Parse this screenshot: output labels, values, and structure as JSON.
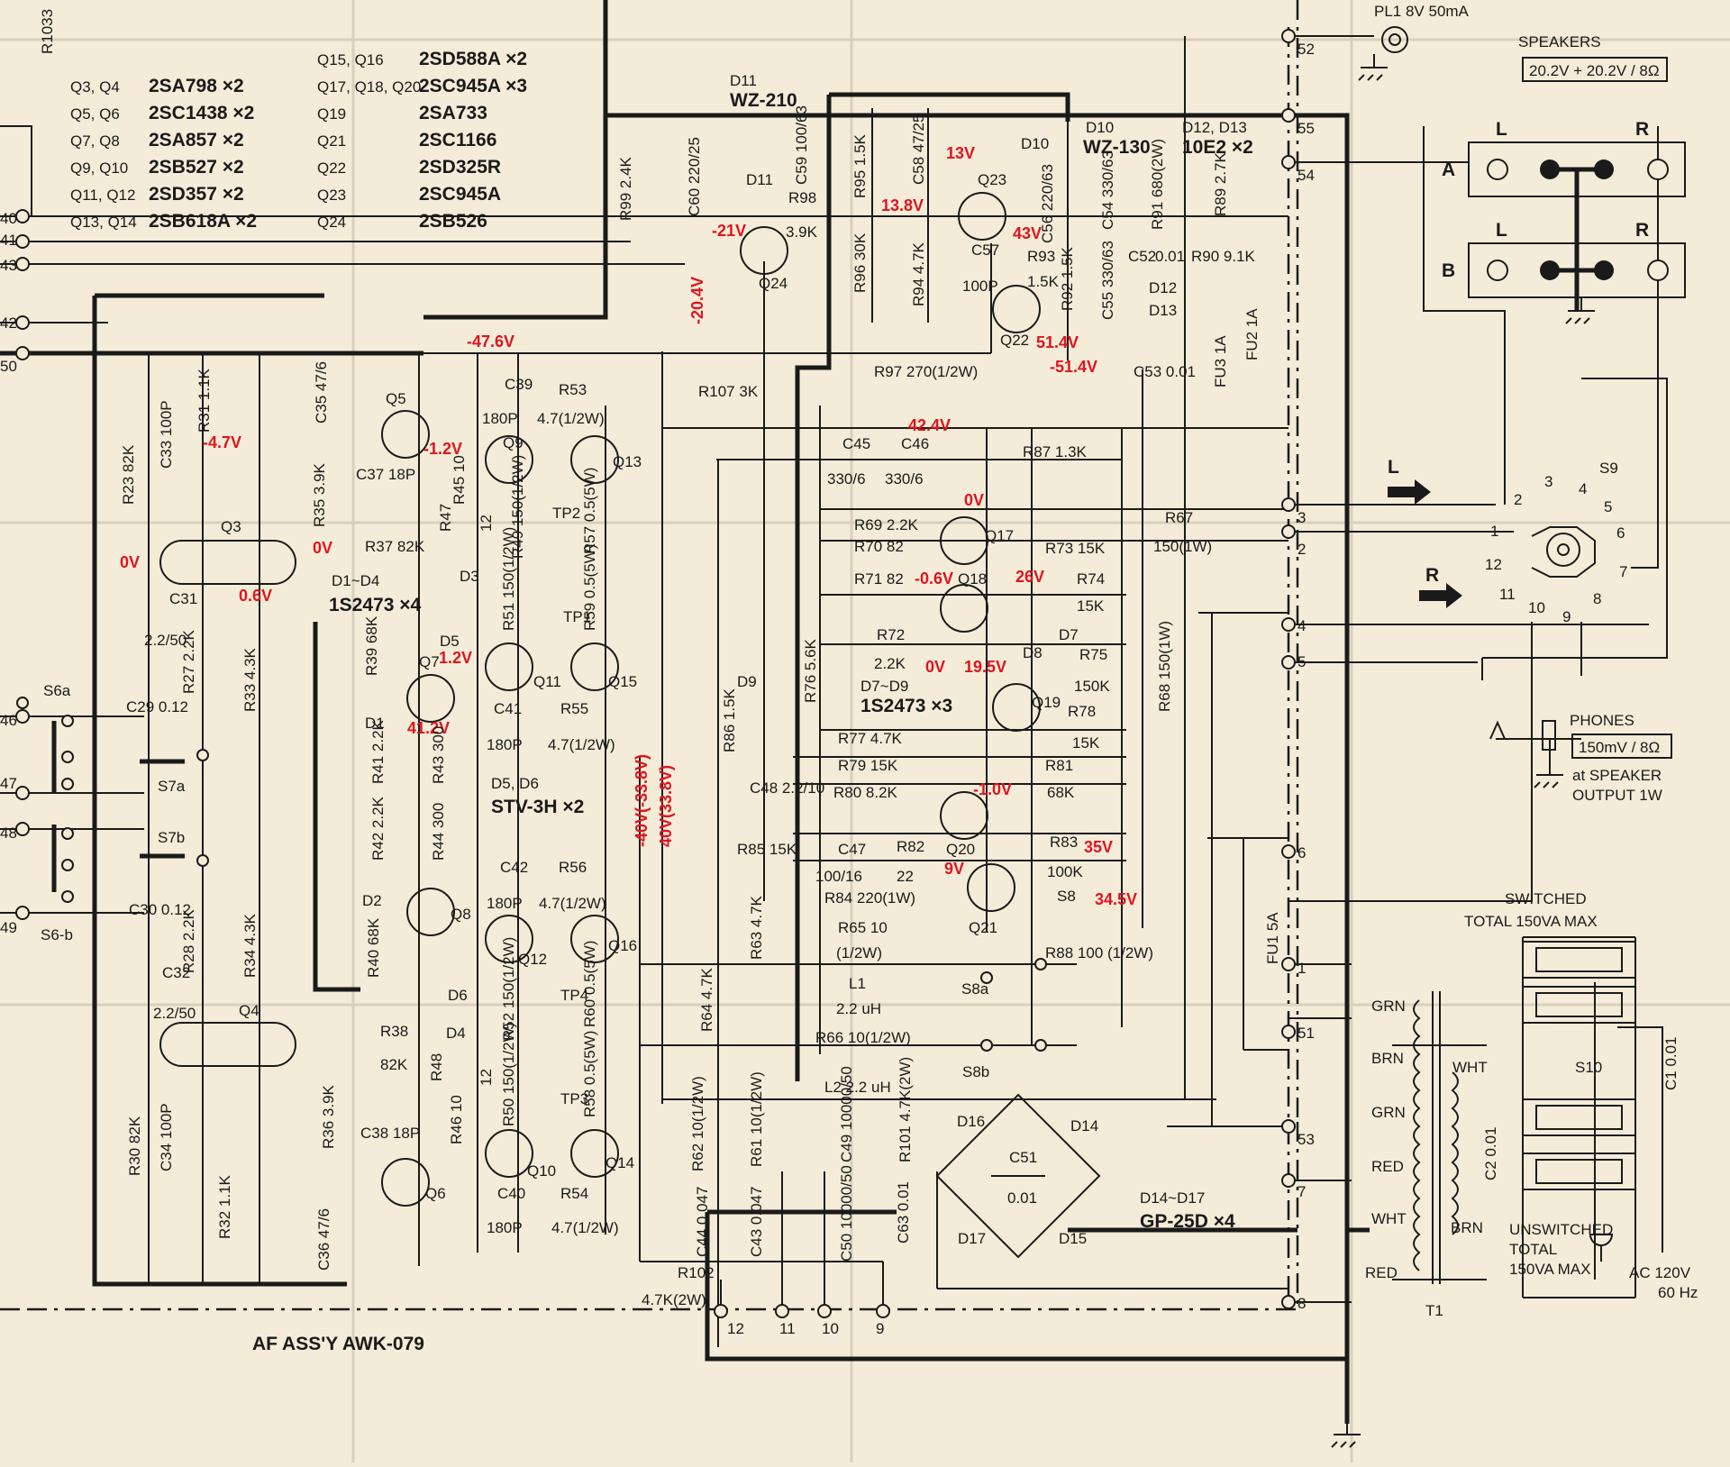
{
  "colors": {
    "paper": "#f4ecd8",
    "ink": "#1a1a1a",
    "voltage_red": "#e0141e",
    "fold": "#d9cfbd"
  },
  "board_label": "AF ASS'Y AWK-079",
  "transistor_table": [
    {
      "ref": "Q3, Q4",
      "part": "2SA798 ×2"
    },
    {
      "ref": "Q5, Q6",
      "part": "2SC1438 ×2"
    },
    {
      "ref": "Q7, Q8",
      "part": "2SA857 ×2"
    },
    {
      "ref": "Q9, Q10",
      "part": "2SB527 ×2"
    },
    {
      "ref": "Q11, Q12",
      "part": "2SD357 ×2"
    },
    {
      "ref": "Q13, Q14",
      "part": "2SB618A ×2"
    },
    {
      "ref": "Q15, Q16",
      "part": "2SD588A ×2"
    },
    {
      "ref": "Q17, Q18, Q20",
      "part": "2SC945A ×3"
    },
    {
      "ref": "Q19",
      "part": "2SA733"
    },
    {
      "ref": "Q21",
      "part": "2SC1166"
    },
    {
      "ref": "Q22",
      "part": "2SD325R"
    },
    {
      "ref": "Q23",
      "part": "2SC945A"
    },
    {
      "ref": "Q24",
      "part": "2SB526"
    }
  ],
  "pilot_lamp": "PL1 8V 50mA",
  "speakers": {
    "title": "SPEAKERS",
    "rating": "20.2V + 20.2V / 8Ω",
    "row_a": "A",
    "row_b": "B",
    "left": "L",
    "right": "R"
  },
  "phones": {
    "title": "PHONES",
    "rating": "150mV / 8Ω",
    "note1": "at SPEAKER",
    "note2": "OUTPUT 1W"
  },
  "selector": "S9",
  "selector_positions": [
    "1",
    "2",
    "3",
    "4",
    "5",
    "6",
    "7",
    "8",
    "9",
    "10",
    "11",
    "12"
  ],
  "arrows": {
    "left": "L",
    "right": "R"
  },
  "power": {
    "switched_title": "SWITCHED",
    "switched_sub": "TOTAL 150VA MAX",
    "unswitched_title": "UNSWITCHED",
    "unswitched_sub1": "TOTAL",
    "unswitched_sub2": "150VA MAX",
    "ac_line": "AC 120V",
    "ac_freq": "60 Hz",
    "switch": "S10",
    "cap_c1": "C1 0.01",
    "cap_c2": "C2 0.01",
    "fuse": "FU1 5A",
    "transformer": "T1",
    "wires": [
      "GRN",
      "BRN",
      "GRN",
      "RED",
      "WHT",
      "RED",
      "WHT",
      "BRN"
    ]
  },
  "terminals": [
    "52",
    "55",
    "54",
    "3",
    "2",
    "4",
    "5",
    "6",
    "1",
    "51",
    "53",
    "7",
    "8"
  ],
  "bottom_terminals": [
    "12",
    "11",
    "10",
    "9"
  ],
  "left_pins": [
    "40",
    "41",
    "43",
    "42",
    "50",
    "46",
    "47",
    "48",
    "49"
  ],
  "voltages": {
    "v_m47": "-4.7V",
    "v_0a": "0V",
    "v_06": "0.6V",
    "v_0b": "0V",
    "v_m12": "-1.2V",
    "v_m476": "-47.6V",
    "v_12": "1.2V",
    "v_412": "41.2V",
    "v_m40": "-40V(-33.8V)",
    "v_40": "40V(33.8V)",
    "v_m21": "-21V",
    "v_m204": "-20.4V",
    "v_13": "13V",
    "v_138": "13.8V",
    "v_43": "43V",
    "v_514": "51.4V",
    "v_m514": "-51.4V",
    "v_424": "42.4V",
    "v_0c": "0V",
    "v_m06": "-0.6V",
    "v_26": "26V",
    "v_0d": "0V",
    "v_195": "19.5V",
    "v_m10": "-1.0V",
    "v_35": "35V",
    "v_9": "9V",
    "v_345": "34.5V"
  },
  "diodes_info": {
    "d11": "D11",
    "d11_part": "WZ-210",
    "d10": "D10",
    "d10_part": "WZ-130",
    "d12": "D12, D13",
    "d12_part": "10E2 ×2",
    "d1": "D1~D4",
    "d1_part": "1S2473 ×4",
    "d5": "D5, D6",
    "d5_part": "STV-3H ×2",
    "d7": "D7~D9",
    "d7_part": "1S2473 ×3",
    "d14": "D14~D17",
    "d14_part": "GP-25D ×4"
  },
  "components": {
    "r1033": "R1033",
    "r23": "R23 82K",
    "c33": "C33 100P",
    "r31": "R31 1.1K",
    "c35": "C35 47/6",
    "q5": "Q5",
    "c37": "C37 18P",
    "r35": "R35 3.9K",
    "q3": "Q3",
    "c31": "C31",
    "c31v": "2.2/50",
    "r27": "R27 2.2K",
    "r33": "R33 4.3K",
    "c29": "C29 0.12",
    "s6a": "S6a",
    "s7a": "S7a",
    "s7b": "S7b",
    "c30": "C30 0.12",
    "s6b": "S6-b",
    "r28": "R28 2.2K",
    "r34": "R34 4.3K",
    "c32": "C32",
    "c32v": "2.2/50",
    "q4": "Q4",
    "r38": "R38",
    "r38v": "82K",
    "r30": "R30 82K",
    "c34": "C34 100P",
    "r32": "R32 1.1K",
    "r36": "R36 3.9K",
    "c38": "C38 18P",
    "q6": "Q6",
    "c36": "C36 47/6",
    "r37": "R37 82K",
    "c39": "C39",
    "c39v": "180P",
    "r53": "R53",
    "r53v": "4.7(1/2W)",
    "q9": "Q9",
    "q13": "Q13",
    "r45": "R45 10",
    "r47": "R47",
    "r47v": "12",
    "r49": "R49 150(1/2W)",
    "tp2": "TP2",
    "r57": "R57 0.5(5W)",
    "d3": "D3",
    "d5": "D5",
    "r51": "R51 150(1/2W)",
    "tp1": "TP1",
    "r59": "R59 0.5(5W)",
    "r39": "R39 68K",
    "q7": "Q7",
    "q11": "Q11",
    "q15": "Q15",
    "d1l": "D1",
    "c41": "C41",
    "c41v": "180P",
    "r55": "R55",
    "r55v": "4.7(1/2W)",
    "r41": "R41 2.2K",
    "r43": "R43 300",
    "r42": "R42 2.2K",
    "r44": "R44 300",
    "d2": "D2",
    "q8": "Q8",
    "r40": "R40 68K",
    "c42": "C42",
    "c42v": "180P",
    "r56": "R56",
    "r56v": "4.7(1/2W)",
    "q12": "Q12",
    "q16": "Q16",
    "d6": "D6",
    "d4": "D4",
    "r52": "R52 150(1/2W)",
    "tp4": "TP4",
    "r60": "R60 0.5(5W)",
    "r48": "R48",
    "r48v": "12",
    "r50": "R50 150(1/2W)",
    "tp3": "TP3",
    "r58": "R58 0.5(5W)",
    "r46": "R46 10",
    "q10": "Q10",
    "q14": "Q14",
    "c40": "C40",
    "c40v": "180P",
    "r54": "R54",
    "r54v": "4.7(1/2W)",
    "r99": "R99 2.4K",
    "c60": "C60 220/25",
    "c59": "C59 100/63",
    "r98": "R98",
    "r98v": "3.9K",
    "q24": "Q24",
    "r107": "R107 3K",
    "r95": "R95 1.5K",
    "c58": "C58 47/25",
    "q23": "Q23",
    "c56": "C56 220/63",
    "r96": "R96 30K",
    "r94": "R94 4.7K",
    "c57": "C57",
    "c57v": "100P",
    "r93": "R93",
    "r93v": "1.5K",
    "q22": "Q22",
    "r92": "R92 1.5K",
    "c55": "C55 330/63",
    "r97": "R97 270(1/2W)",
    "c54": "C54 330/63",
    "r91": "R91 680(2W)",
    "r89": "R89 2.7K",
    "c52": "C52",
    "c52v": "0.01",
    "r90": "R90 9.1K",
    "c53": "C53 0.01",
    "d10l": "D10",
    "d11l": "D11",
    "d12l": "D12",
    "d13l": "D13",
    "fu3": "FU3 1A",
    "fu2": "FU2 1A",
    "c45": "C45",
    "c45v": "330/6",
    "c46": "C46",
    "c46v": "330/6",
    "r87": "R87 1.3K",
    "r69": "R69 2.2K",
    "q17": "Q17",
    "r70": "R70 82",
    "r73": "R73 15K",
    "r71": "R71 82",
    "q18": "Q18",
    "r74": "R74",
    "r74v": "15K",
    "r67": "R67",
    "r67v": "150(1W)",
    "r72": "R72",
    "r72v": "2.2K",
    "d8": "D8",
    "d7l": "D7",
    "r75": "R75",
    "r75v": "150K",
    "r76": "R76 5.6K",
    "q19": "Q19",
    "r78": "R78",
    "r78v": "15K",
    "d9": "D9",
    "r86": "R86 1.5K",
    "r77": "R77 4.7K",
    "r79": "R79 15K",
    "r81": "R81",
    "r81v": "68K",
    "r80": "R80 8.2K",
    "c48": "C48 2.2/10",
    "q20": "Q20",
    "r85": "R85 15K",
    "c47": "C47",
    "c47v": "100/16",
    "r82": "R82",
    "r82v": "22",
    "r83": "R83",
    "r83v": "100K",
    "r84": "R84 220(1W)",
    "q21": "Q21",
    "s8": "S8",
    "r65": "R65 10",
    "r65v": "(1/2W)",
    "l1": "L1",
    "l1v": "2.2 uH",
    "r88": "R88 100 (1/2W)",
    "r68": "R68 150(1W)",
    "r63": "R63 4.7K",
    "s8a": "S8a",
    "r66": "R66 10(1/2W)",
    "l2": "L2 2.2 uH",
    "s8b": "S8b",
    "r64": "R64 4.7K",
    "r62": "R62 10(1/2W)",
    "r61": "R61 10(1/2W)",
    "c49": "C49 10000/50",
    "r101": "R101 4.7K(2W)",
    "d16": "D16",
    "d14l": "D14",
    "c51": "C51",
    "c51v": "0.01",
    "d17": "D17",
    "d15": "D15",
    "c44": "C44 0.047",
    "c43": "C43 0.047",
    "c50": "C50 10000/50",
    "c63": "C63 0.01",
    "r102": "R102",
    "r102v": "4.7K(2W)"
  }
}
